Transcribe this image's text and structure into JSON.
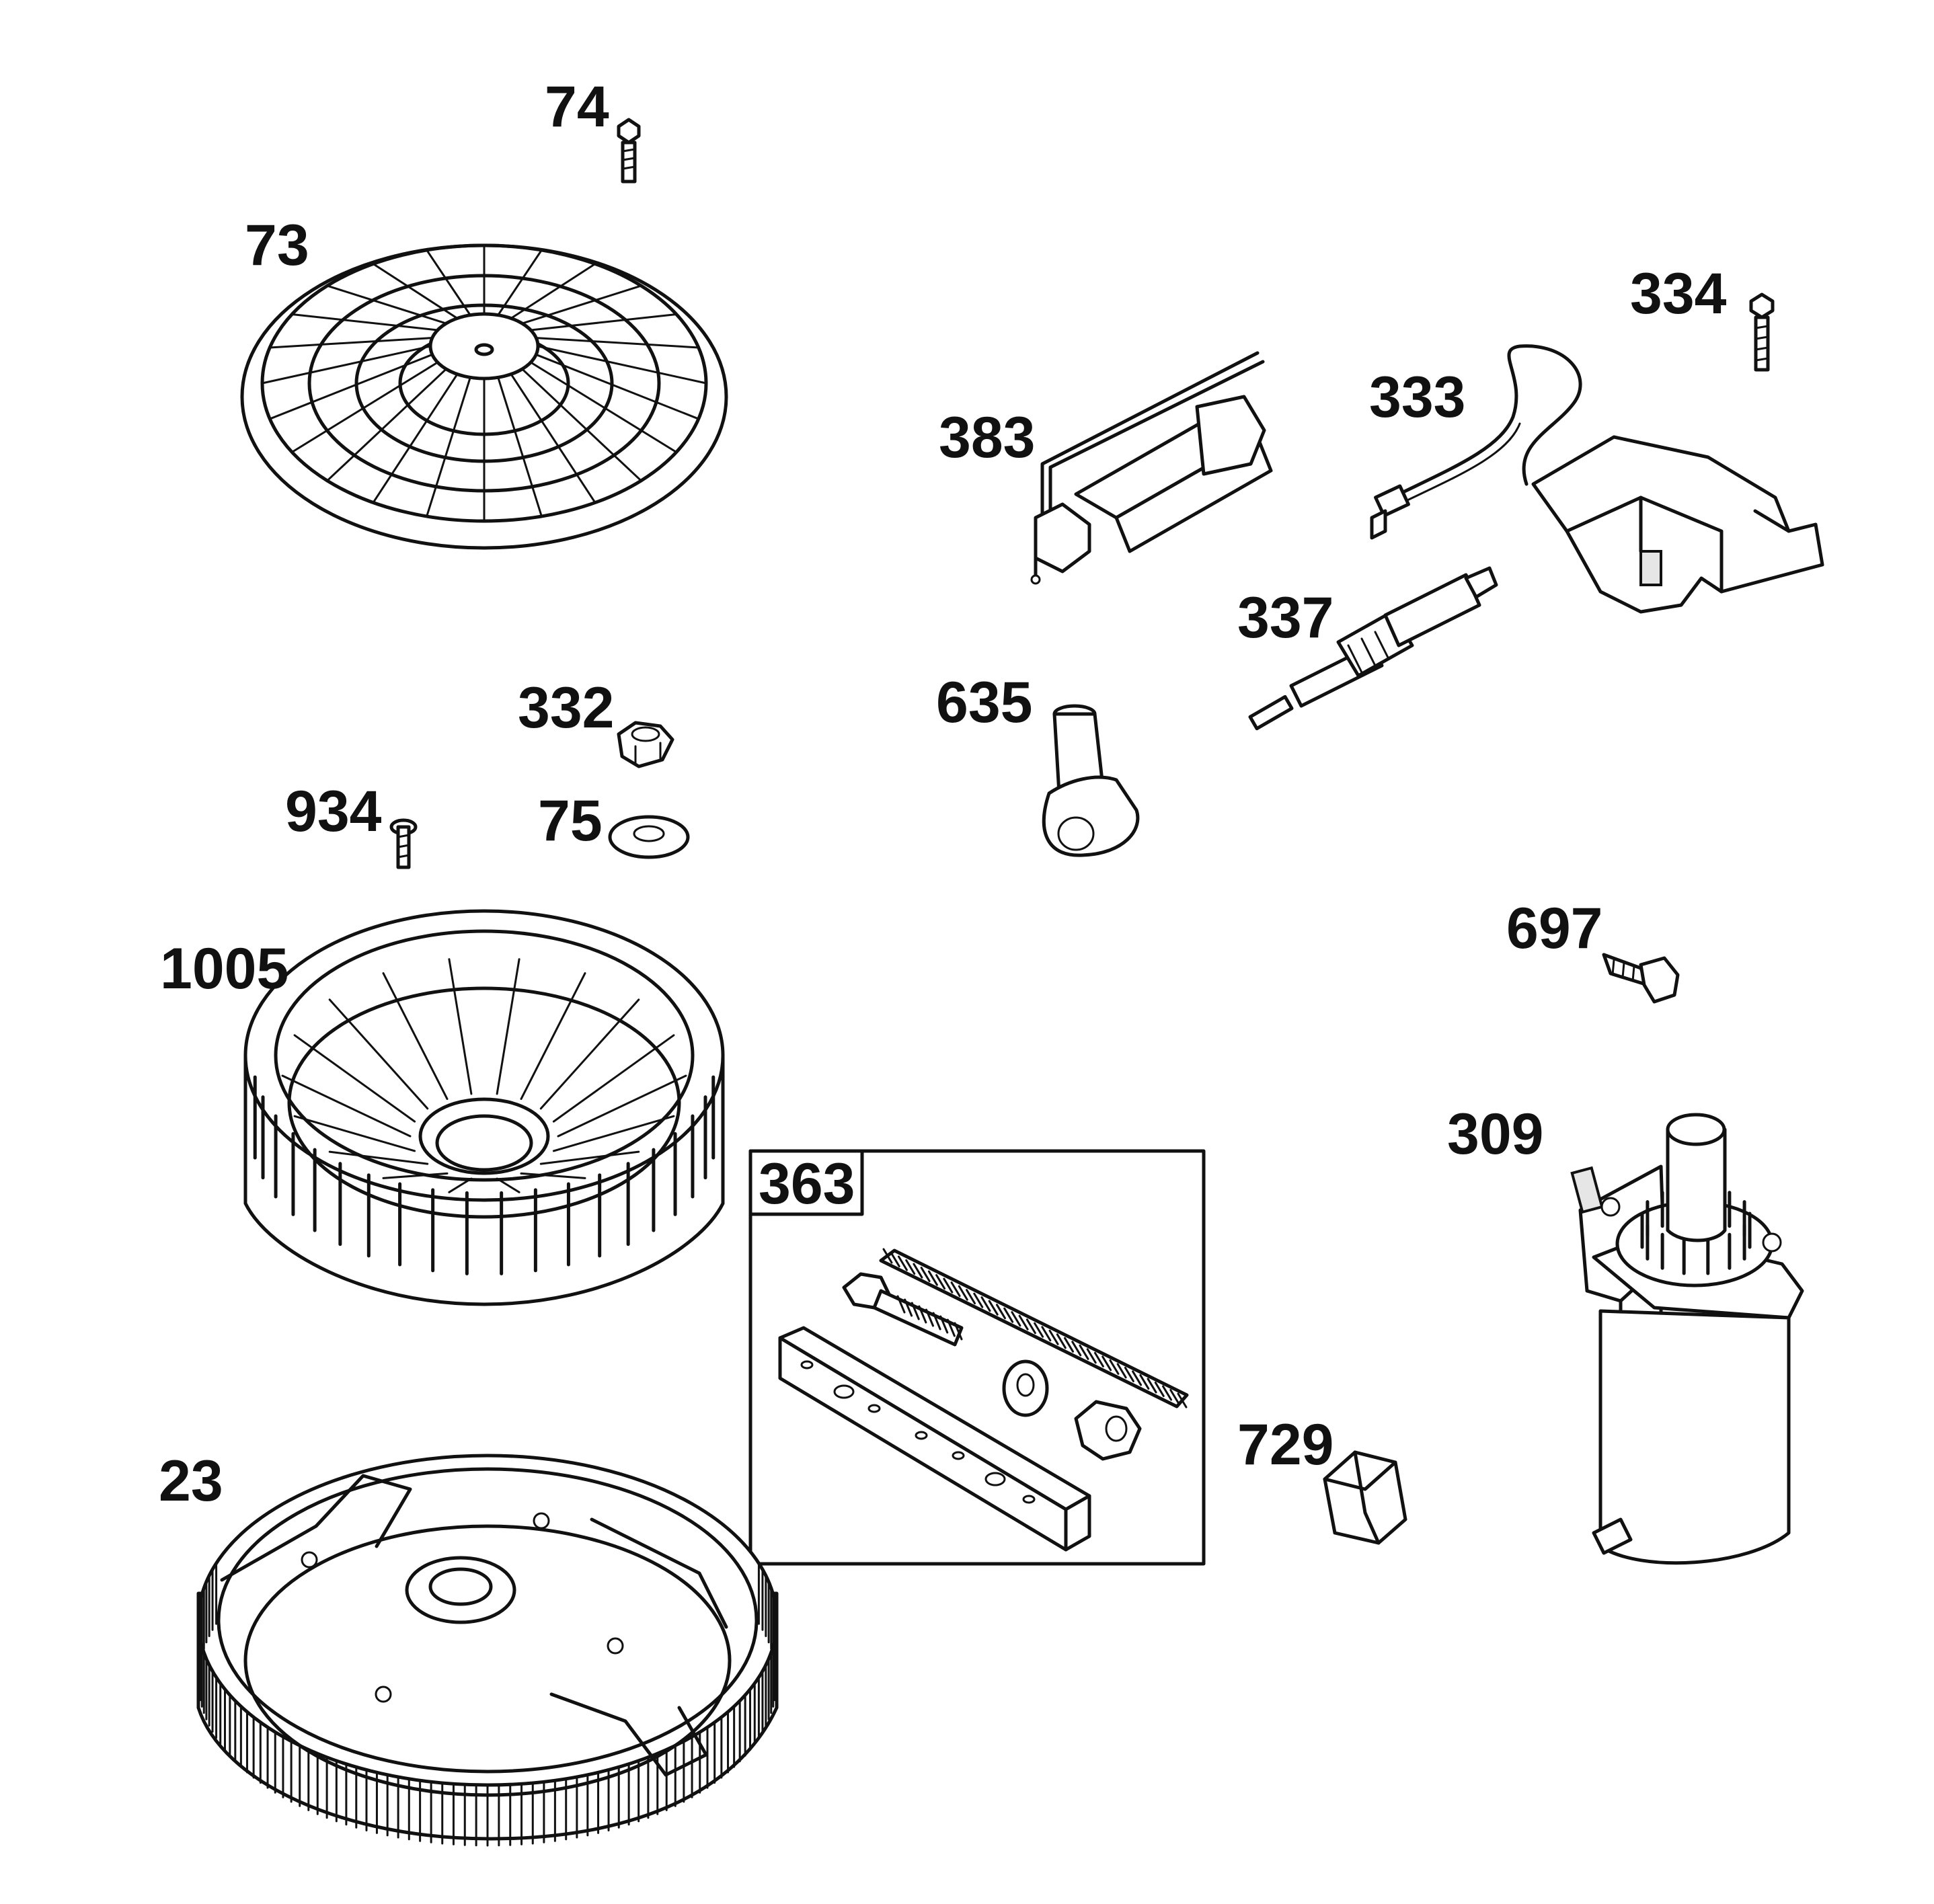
{
  "parts": [
    {
      "label": "74"
    },
    {
      "label": "73"
    },
    {
      "label": "334"
    },
    {
      "label": "333"
    },
    {
      "label": "383"
    },
    {
      "label": "337"
    },
    {
      "label": "635"
    },
    {
      "label": "332"
    },
    {
      "label": "934"
    },
    {
      "label": "75"
    },
    {
      "label": "697"
    },
    {
      "label": "1005"
    },
    {
      "label": "309"
    },
    {
      "label": "363"
    },
    {
      "label": "729"
    },
    {
      "label": "23"
    }
  ]
}
